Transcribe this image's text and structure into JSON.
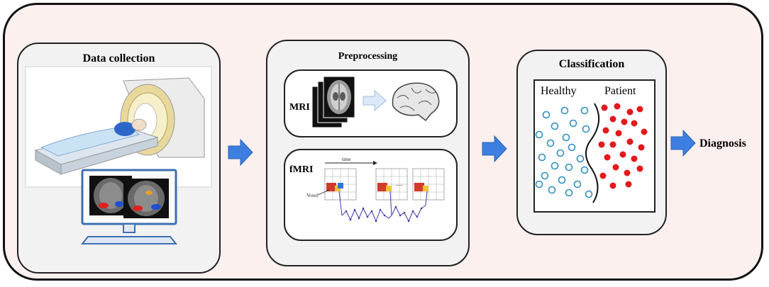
{
  "stages": {
    "data_collection": {
      "title": "Data collection"
    },
    "preprocessing": {
      "title": "Preprocessing",
      "mri_label": "MRI",
      "fmri_label": "fMRI",
      "time_label": "time",
      "voxel_label": "Voxel",
      "ellipsis": "....."
    },
    "classification": {
      "title": "Classification",
      "healthy_label": "Healthy",
      "patient_label": "Patient"
    },
    "diagnosis": {
      "label": "Diagnosis"
    }
  },
  "colors": {
    "background": "#fcf0ef",
    "panel": "#f2f2f2",
    "arrow": "#3d7fe0",
    "healthy_marker": "#2f8fc2",
    "patient_marker": "#e3191c"
  }
}
